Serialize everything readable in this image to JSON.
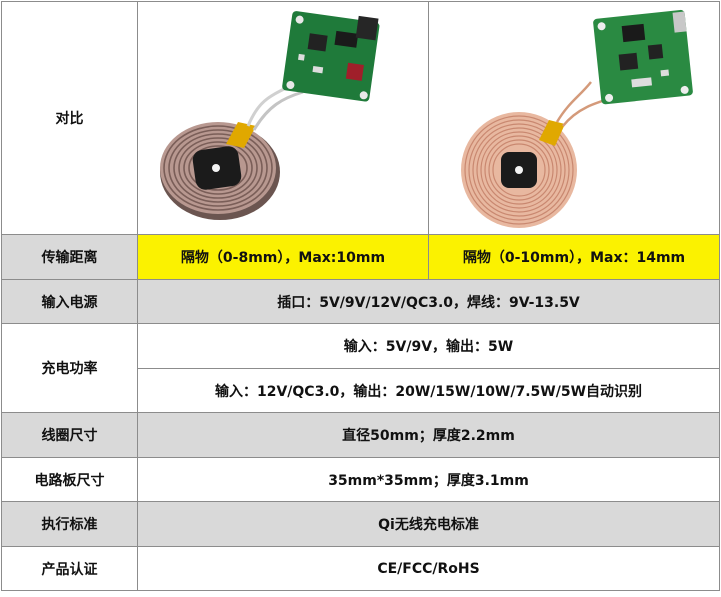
{
  "rows": {
    "compare": {
      "label": "对比"
    },
    "distance": {
      "label": "传输距离",
      "left": "隔物（0-8mm），Max:10mm",
      "right": "隔物（0-10mm），Max：14mm"
    },
    "input_power": {
      "label": "输入电源",
      "value": "插口：5V/9V/12V/QC3.0，焊线：9V-13.5V"
    },
    "charge_power": {
      "label": "充电功率",
      "line1": "输入：5V/9V，输出：5W",
      "line2": "输入：12V/QC3.0，输出：20W/15W/10W/7.5W/5W自动识别"
    },
    "coil_size": {
      "label": "线圈尺寸",
      "value": "直径50mm；厚度2.2mm"
    },
    "board_size": {
      "label": "电路板尺寸",
      "value": "35mm*35mm；厚度3.1mm"
    },
    "standard": {
      "label": "执行标准",
      "value": "Qi无线充电标准"
    },
    "certification": {
      "label": "产品认证",
      "value": "CE/FCC/RoHS"
    }
  },
  "colors": {
    "label_bg": "#d9d9d9",
    "highlight": "#fbf200",
    "border": "#8c8c8c",
    "pcb": "#1f7a3a",
    "coil_left": "#9a7a72",
    "coil_right": "#e8b8a0",
    "flex_tape": "#e0a800"
  }
}
